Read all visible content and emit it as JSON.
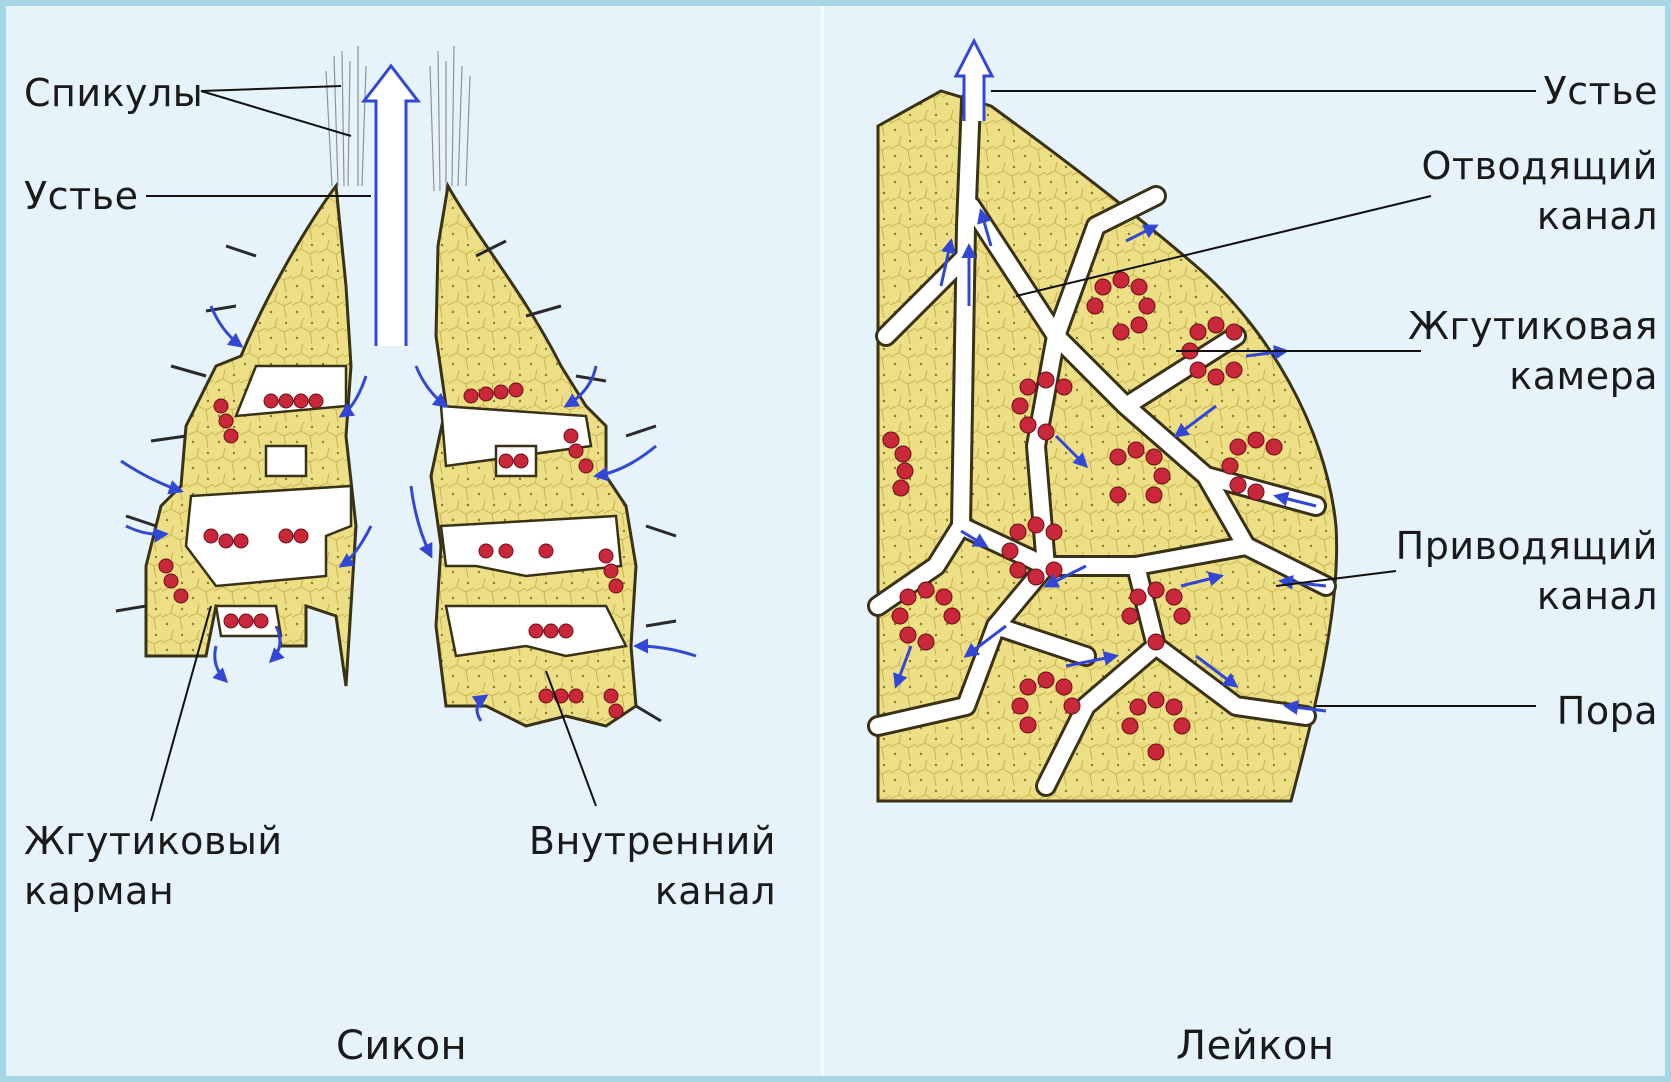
{
  "left": {
    "labels": {
      "spicules": "Спикулы",
      "osculum": "Устье",
      "flagellar_pocket_1": "Жгутиковый",
      "flagellar_pocket_2": "карман",
      "inner_canal_1": "Внутренний",
      "inner_canal_2": "канал"
    },
    "caption": "Сикон"
  },
  "right": {
    "labels": {
      "osculum": "Устье",
      "excurrent_canal_1": "Отводящий",
      "excurrent_canal_2": "канал",
      "flagellar_chamber_1": "Жгутиковая",
      "flagellar_chamber_2": "камера",
      "incurrent_canal_1": "Приводящий",
      "incurrent_canal_2": "канал",
      "pore": "Пора"
    },
    "caption": "Лейкон"
  },
  "colors": {
    "tissue": "#e8dc82",
    "outline": "#3a3216",
    "cells": "#c8283a",
    "arrows": "#3347d6",
    "canal": "#ffffff"
  }
}
